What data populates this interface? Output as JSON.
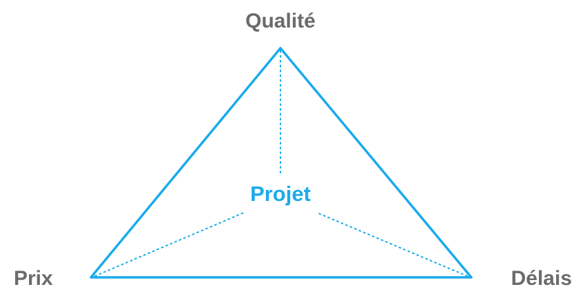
{
  "diagram": {
    "type": "project-triangle",
    "center_label": "Projet",
    "vertices": {
      "top": "Qualité",
      "left": "Prix",
      "right": "Délais"
    },
    "colors": {
      "accent": "#1aabeb",
      "label_gray": "#6b6b6b"
    }
  }
}
